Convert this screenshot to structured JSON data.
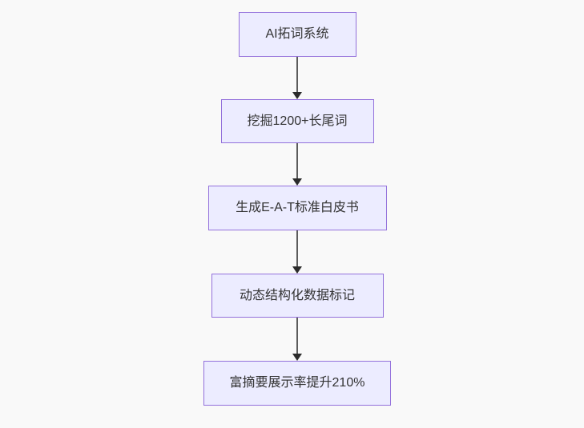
{
  "diagram": {
    "type": "flowchart-vertical",
    "nodes": [
      {
        "id": "node-1",
        "label": "AI拓词系统"
      },
      {
        "id": "node-2",
        "label": "挖掘1200+长尾词"
      },
      {
        "id": "node-3",
        "label": "生成E-A-T标准白皮书"
      },
      {
        "id": "node-4",
        "label": "动态结构化数据标记"
      },
      {
        "id": "node-5",
        "label": "富摘要展示率提升210%"
      }
    ],
    "edges": [
      {
        "from": "node-1",
        "to": "node-2",
        "style": "arrow-down"
      },
      {
        "from": "node-2",
        "to": "node-3",
        "style": "arrow-down"
      },
      {
        "from": "node-3",
        "to": "node-4",
        "style": "arrow-down"
      },
      {
        "from": "node-4",
        "to": "node-5",
        "style": "arrow-down"
      }
    ],
    "colors": {
      "background": "#f9f9f9",
      "node_fill": "#ECECFF",
      "node_border": "#9370DB",
      "node_text": "#333333",
      "edge_line": "#5c5c5c",
      "edge_arrowhead": "#2b2b2b"
    }
  }
}
